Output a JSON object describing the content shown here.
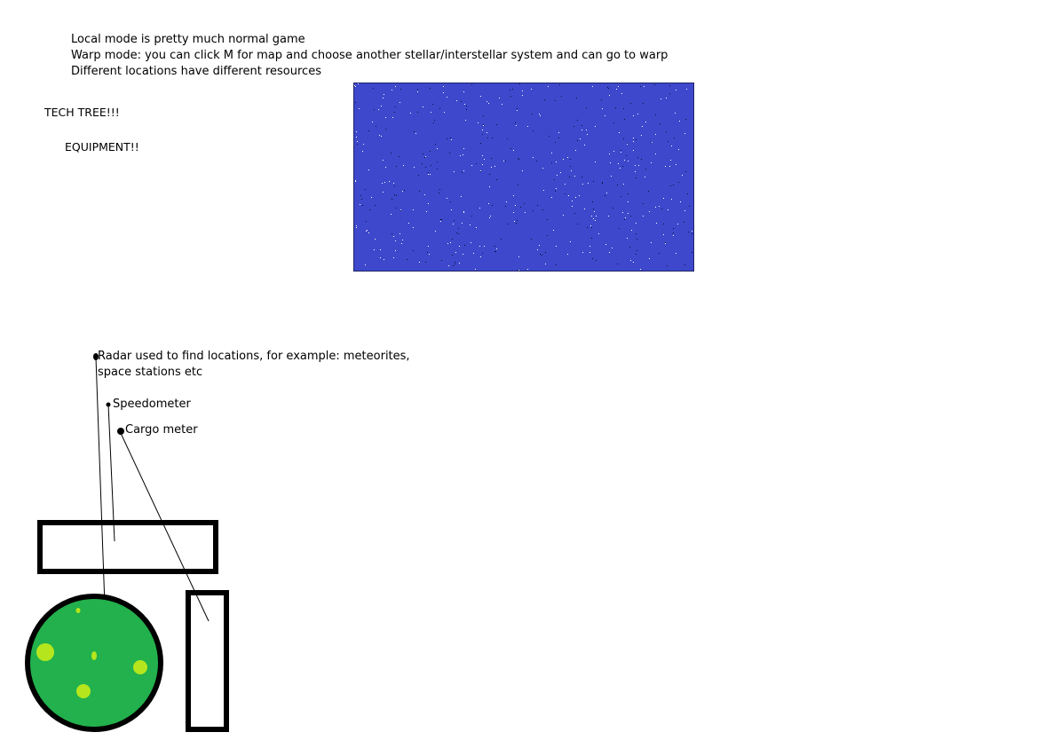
{
  "notes": {
    "lines": [
      "Local mode is pretty much normal game",
      "Warp mode: you can click M for map and choose another stellar/interstellar system and can go to warp",
      "Different locations have different resources"
    ],
    "tech_tree": "TECH TREE!!!",
    "equipment": "EQUIPMENT!!"
  },
  "space_map": {
    "background_color": "#3e48cc",
    "star_colors": [
      "#ffffff",
      "#0a0f3a"
    ]
  },
  "hud_labels": {
    "radar_line1": "Radar used to find locations, for example: meteorites,",
    "radar_line2": "space stations etc",
    "speedometer": "Speedometer",
    "cargo": "Cargo meter"
  },
  "radar": {
    "fill_color": "#22b14c",
    "blip_color": "#b5e61d"
  },
  "colors": {
    "outline": "#000000",
    "background": "#ffffff"
  }
}
